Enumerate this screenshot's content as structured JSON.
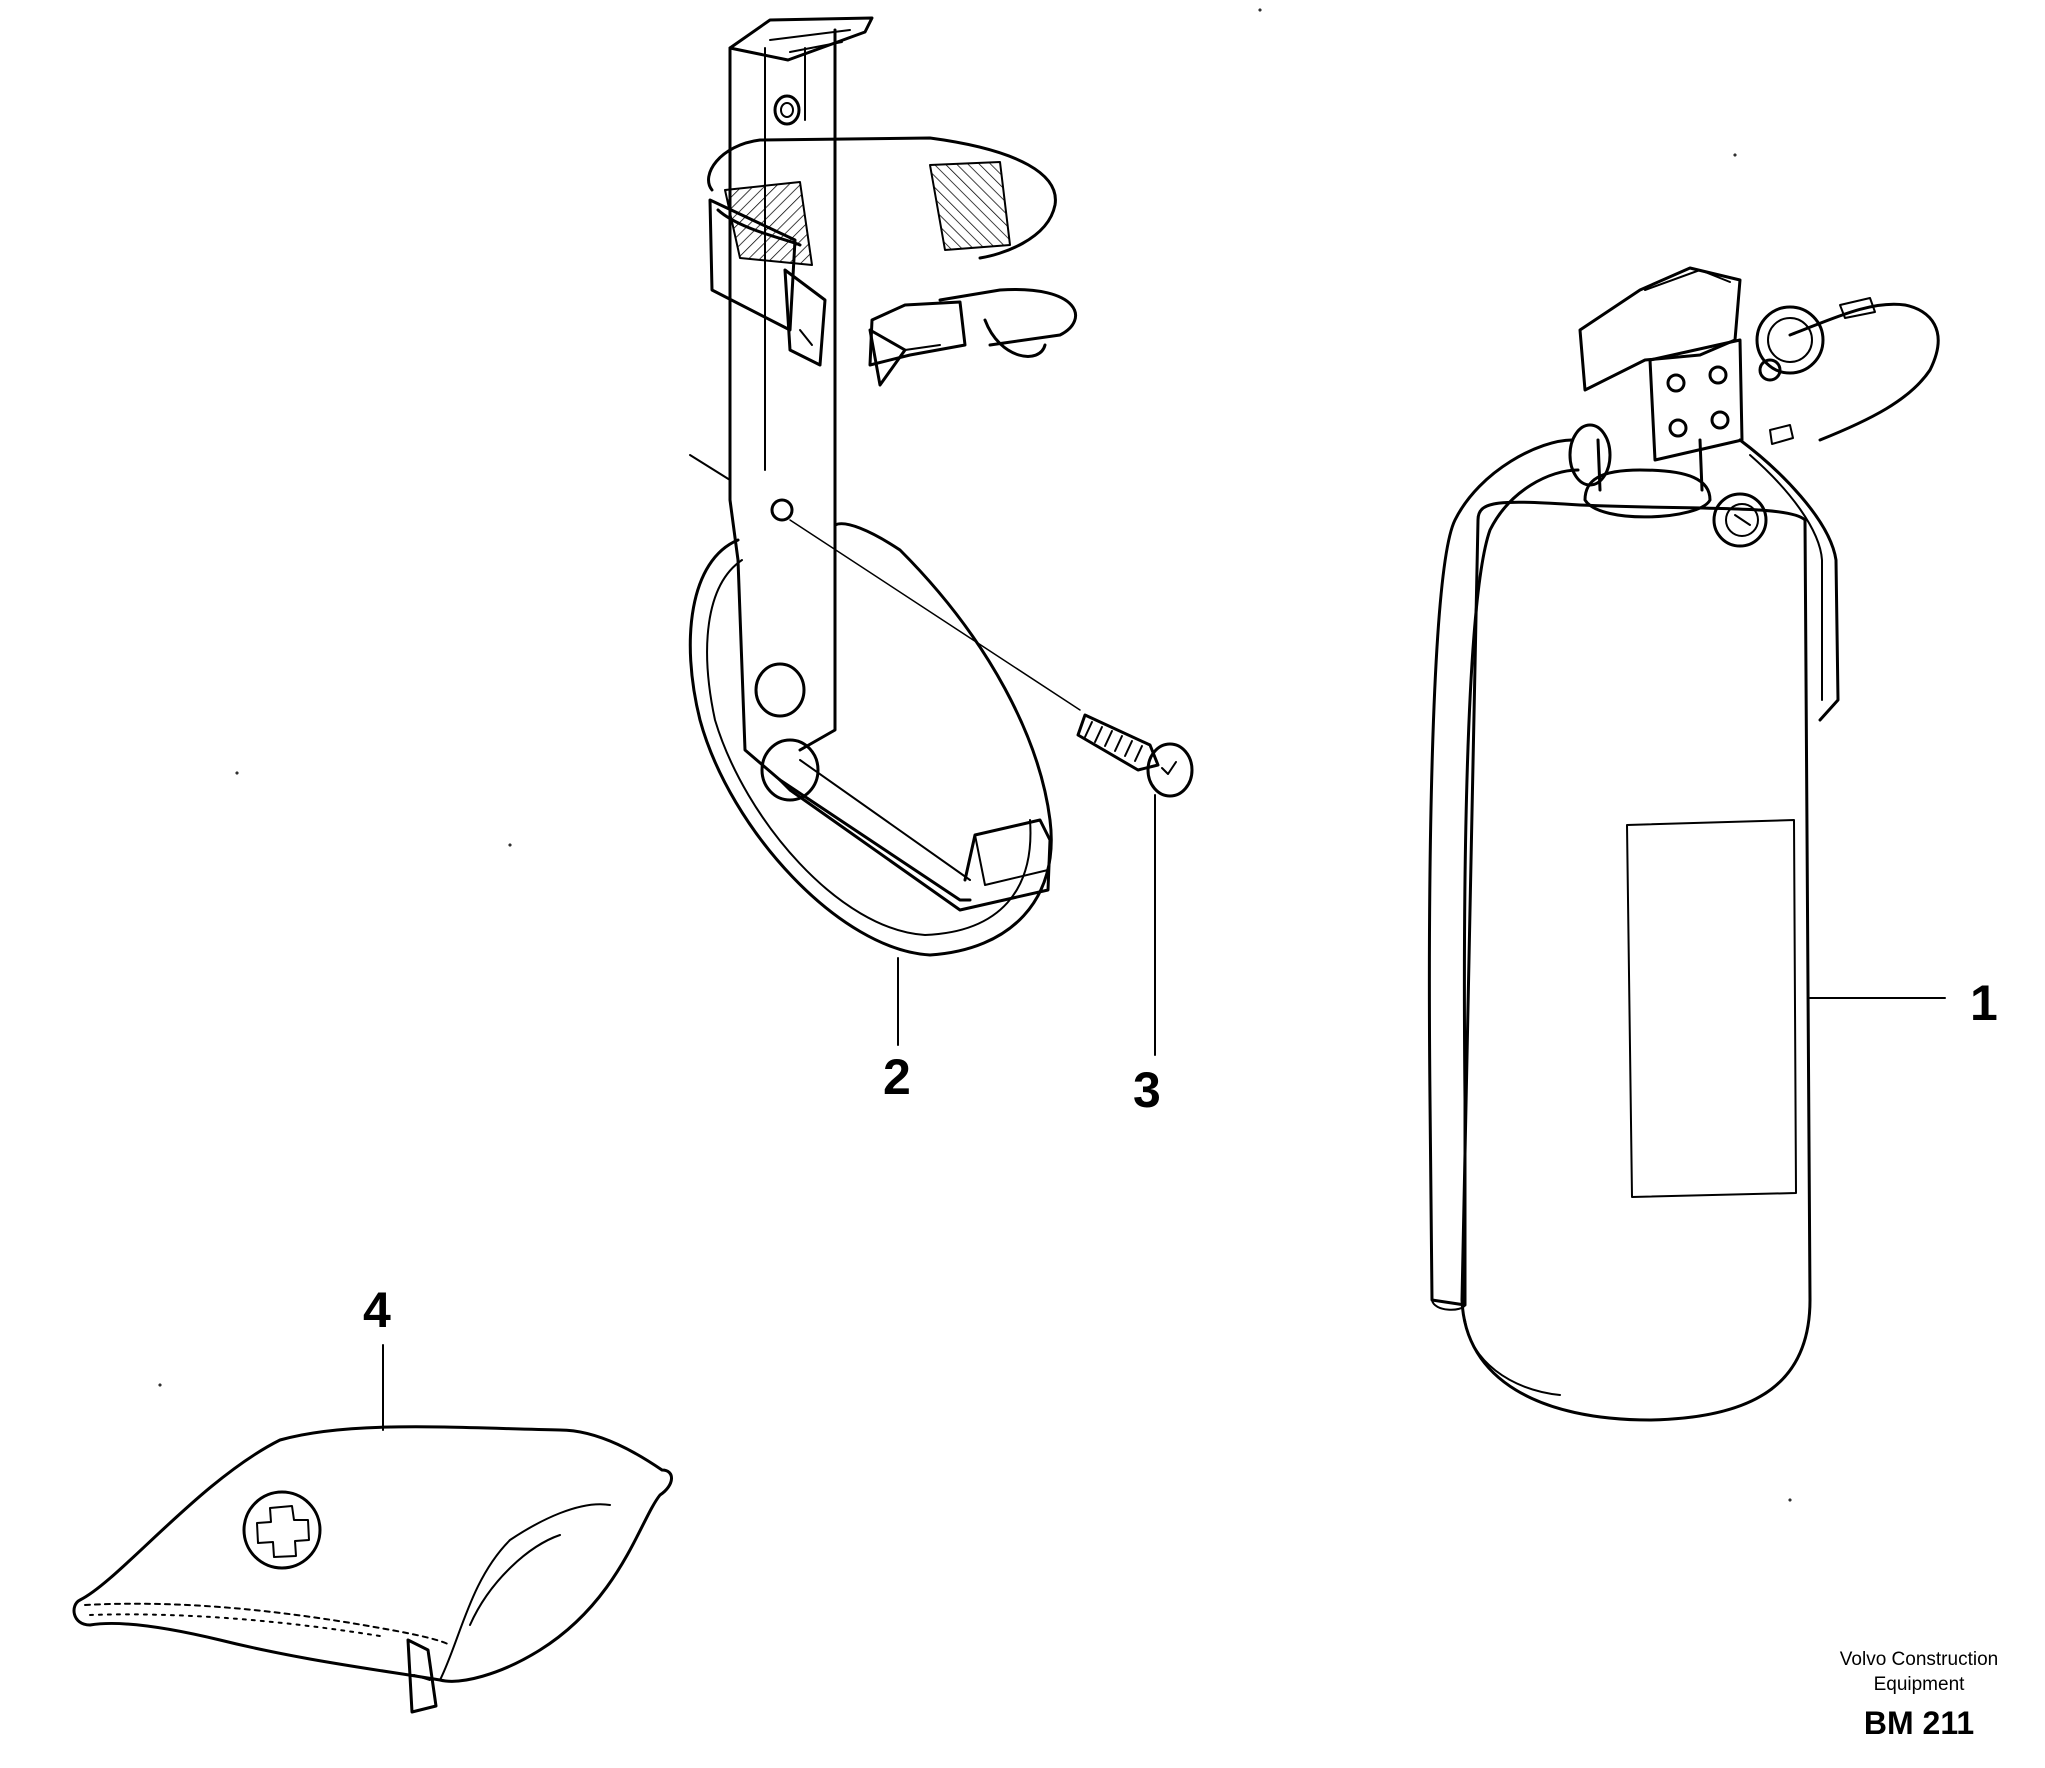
{
  "callouts": {
    "item_1": "1",
    "item_2": "2",
    "item_3": "3",
    "item_4": "4"
  },
  "credit": {
    "line1": "Volvo Construction",
    "line2": "Equipment",
    "drawing_code": "BM 211"
  },
  "colors": {
    "ink": "#000000",
    "paper": "#ffffff"
  }
}
